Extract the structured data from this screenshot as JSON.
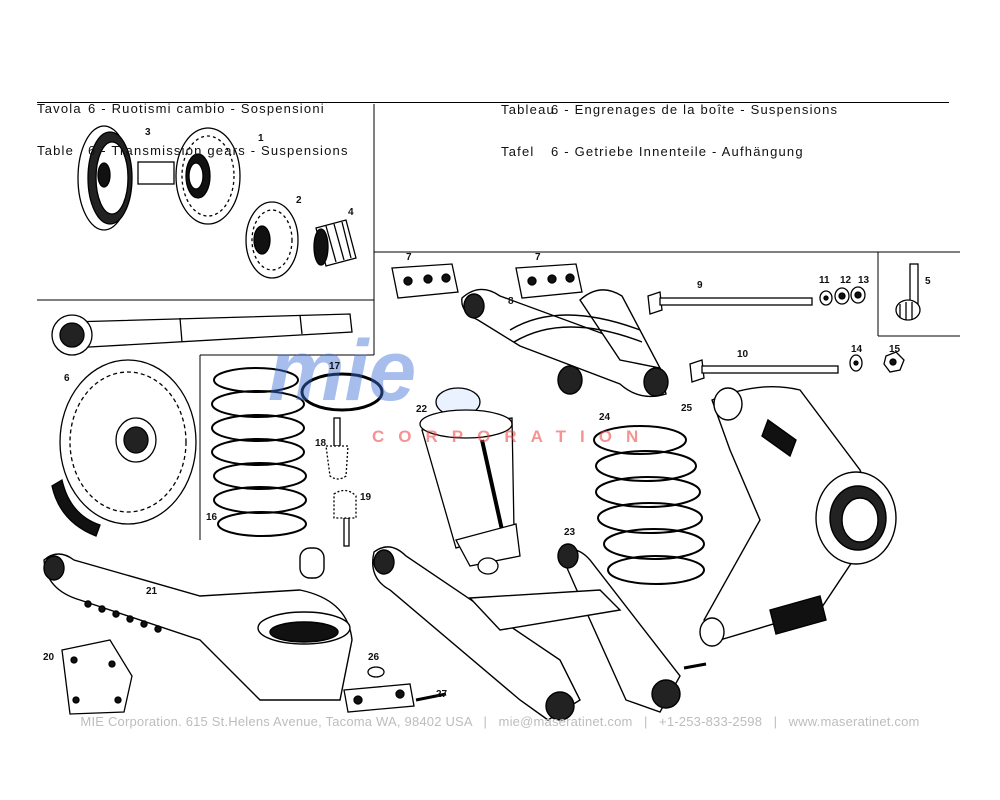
{
  "header": {
    "left": [
      {
        "label": "Tavola",
        "text": "6 - Ruotismi cambio - Sospensioni"
      },
      {
        "label": "Table",
        "text": "6 - Transmission gears - Suspensions"
      }
    ],
    "right": [
      {
        "label": "Tableau",
        "text": "6 - Engrenages de la boîte - Suspensions"
      },
      {
        "label": "Tafel",
        "text": "6 - Getriebe Innenteile - Aufhängung"
      }
    ]
  },
  "callouts": [
    "1",
    "2",
    "3",
    "4",
    "5",
    "6",
    "7",
    "7",
    "8",
    "9",
    "10",
    "11",
    "12",
    "13",
    "14",
    "15",
    "16",
    "17",
    "18",
    "19",
    "20",
    "21",
    "22",
    "23",
    "24",
    "25",
    "26",
    "27"
  ],
  "watermark": {
    "logo": "mie",
    "text": "CORPORATION",
    "color": "#ee3c3c"
  },
  "footer": {
    "address": "MIE Corporation. 615 St.Helens Avenue, Tacoma WA, 98402 USA",
    "email": "mie@maseratinet.com",
    "phone": "+1-253-833-2598",
    "website": "www.maseratinet.com",
    "separator": "|"
  }
}
